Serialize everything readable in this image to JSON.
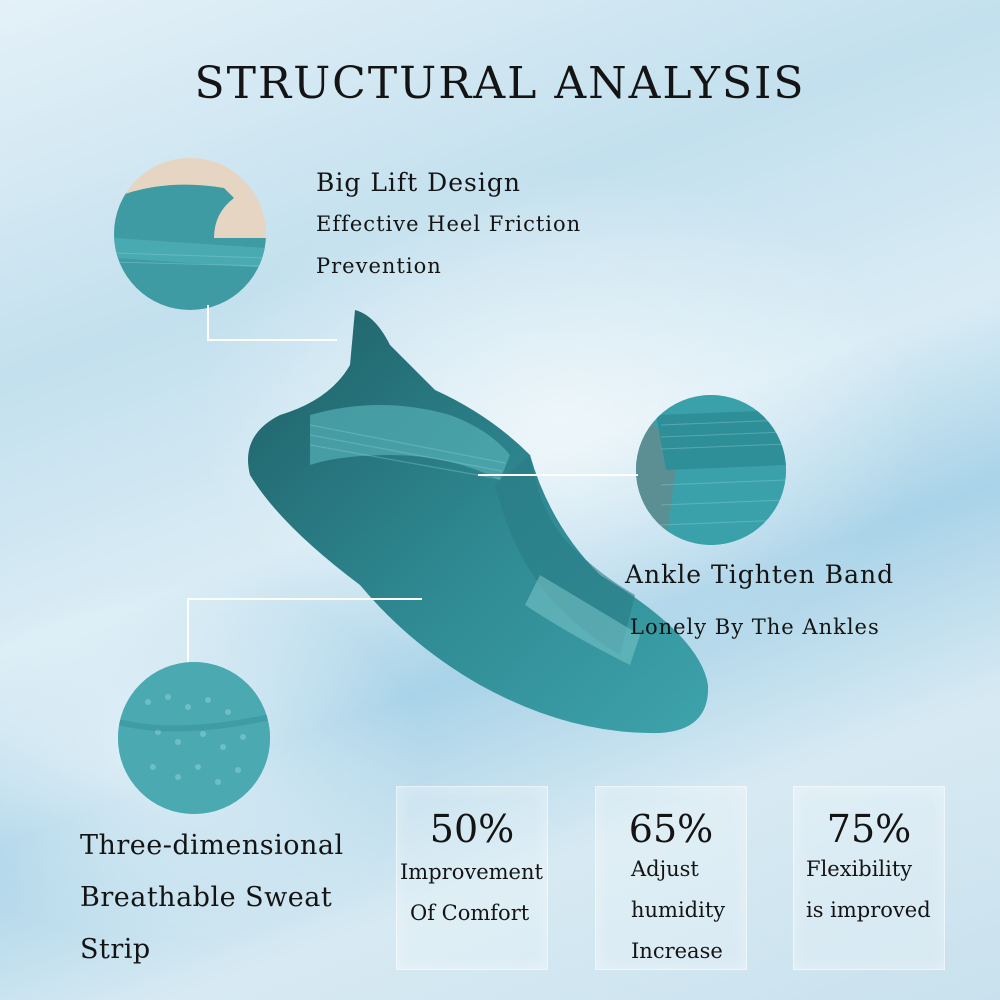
{
  "title": "STRUCTURAL ANALYSIS",
  "features": {
    "lift": {
      "heading": "Big Lift Design",
      "lines": [
        "Effective Heel Friction",
        "Prevention"
      ]
    },
    "ankle": {
      "heading": "Ankle Tighten Band",
      "subtitle": "Lonely By The Ankles"
    },
    "breathable": {
      "lines": [
        "Three-dimensional",
        "Breathable Sweat",
        "Strip"
      ]
    }
  },
  "stats": [
    {
      "value": "50%",
      "lines": [
        "Improvement",
        "Of Comfort"
      ]
    },
    {
      "value": "65%",
      "lines": [
        "Adjust",
        "humidity",
        "Increase"
      ]
    },
    {
      "value": "75%",
      "lines": [
        "Flexibility",
        "is improved"
      ]
    }
  ],
  "colors": {
    "sock_dark": "#1f5f66",
    "sock_mid": "#2f8a93",
    "sock_light": "#57b3b9",
    "text": "#141414"
  }
}
